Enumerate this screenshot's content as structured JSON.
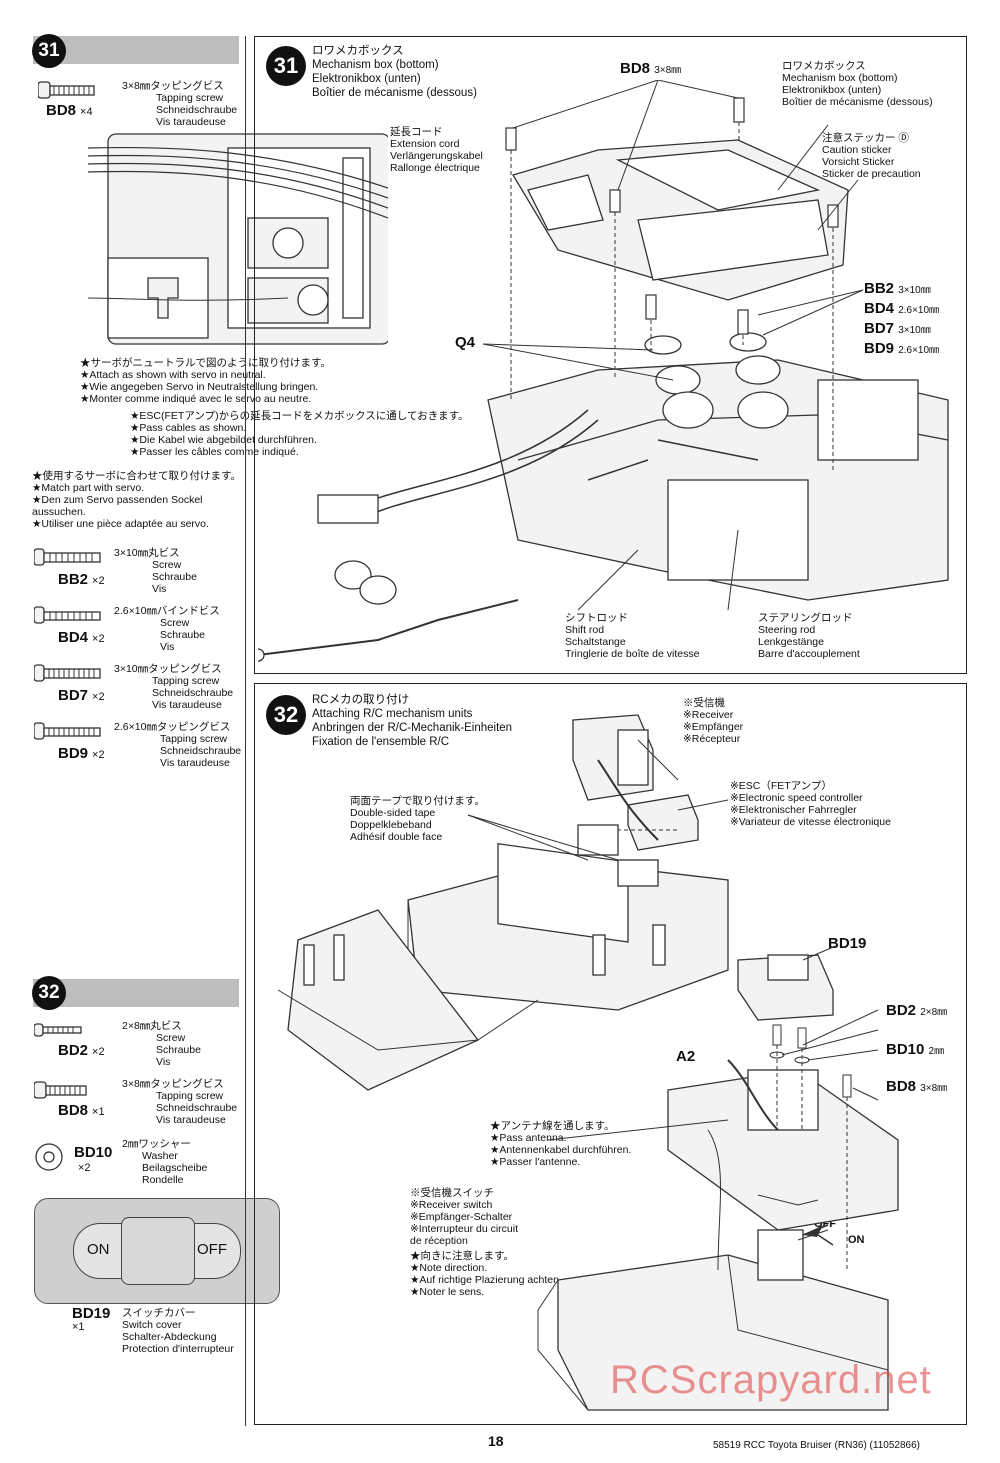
{
  "page_number": "18",
  "footer_code": "58519 RCC Toyota Bruiser (RN36) (11052866)",
  "watermark": "RCScrapyard.net",
  "step31": {
    "number": "31",
    "parts": [
      {
        "code": "BD8",
        "qty": "×4",
        "lines": [
          "3×8㎜タッピングビス",
          "Tapping screw",
          "Schneidschraube",
          "Vis taraudeuse"
        ]
      }
    ],
    "inset_label": {
      "lines": [
        "延長コード",
        "Extension cord",
        "Verlängerungskabel",
        "Rallonge électrique"
      ]
    },
    "note_servo": [
      "★サーボがニュートラルで図のように取り付けます。",
      "★Attach as shown with servo in neutral.",
      "★Wie angegeben Servo in Neutralstellung bringen.",
      "★Monter comme indiqué avec le servo au neutre."
    ],
    "note_esc": [
      "★ESC(FETアンプ)からの延長コードをメカボックスに通しておきます。",
      "★Pass cables as shown.",
      "★Die Kabel wie abgebildet durchführen.",
      "★Passer les câbles comme indiqué."
    ],
    "note_match": [
      "★使用するサーボに合わせて取り付けます。",
      "★Match part with servo.",
      "★Den zum Servo passenden Sockel",
      "aussuchen.",
      "★Utiliser une pièce adaptée au servo."
    ],
    "parts2": [
      {
        "code": "BB2",
        "qty": "×2",
        "lines": [
          "3×10㎜丸ビス",
          "Screw",
          "Schraube",
          "Vis"
        ]
      },
      {
        "code": "BD4",
        "qty": "×2",
        "lines": [
          "2.6×10㎜バインドビス",
          "Screw",
          "Schraube",
          "Vis"
        ]
      },
      {
        "code": "BD7",
        "qty": "×2",
        "lines": [
          "3×10㎜タッピングビス",
          "Tapping screw",
          "Schneidschraube",
          "Vis taraudeuse"
        ]
      },
      {
        "code": "BD9",
        "qty": "×2",
        "lines": [
          "2.6×10㎜タッピングビス",
          "Tapping screw",
          "Schneidschraube",
          "Vis taraudeuse"
        ]
      }
    ],
    "title": [
      "ロワメカボックス",
      "Mechanism box (bottom)",
      "Elektronikbox (unten)",
      "Boîtier de mécanisme (dessous)"
    ],
    "bd8_label": "BD8",
    "bd8_size": "3×8㎜",
    "mech_label": [
      "ロワメカボックス",
      "Mechanism box (bottom)",
      "Elektronikbox (unten)",
      "Boîtier de mécanisme (dessous)"
    ],
    "caution_label": [
      "注意ステッカー Ⓓ",
      "Caution sticker",
      "Vorsicht Sticker",
      "Sticker de precaution"
    ],
    "screws_right": [
      {
        "code": "BB2",
        "size": "3×10㎜"
      },
      {
        "code": "BD4",
        "size": "2.6×10㎜"
      },
      {
        "code": "BD7",
        "size": "3×10㎜"
      },
      {
        "code": "BD9",
        "size": "2.6×10㎜"
      }
    ],
    "q4": "Q4",
    "shift_rod": [
      "シフトロッド",
      "Shift rod",
      "Schaltstange",
      "Tringlerie de boîte de vitesse"
    ],
    "steering_rod": [
      "ステアリングロッド",
      "Steering rod",
      "Lenkgestänge",
      "Barre d'accouplement"
    ]
  },
  "step32": {
    "number": "32",
    "parts": [
      {
        "code": "BD2",
        "qty": "×2",
        "lines": [
          "2×8㎜丸ビス",
          "Screw",
          "Schraube",
          "Vis"
        ]
      },
      {
        "code": "BD8",
        "qty": "×1",
        "lines": [
          "3×8㎜タッピングビス",
          "Tapping screw",
          "Schneidschraube",
          "Vis taraudeuse"
        ]
      },
      {
        "code": "BD10",
        "qty": "×2",
        "lines": [
          "2㎜ワッシャー",
          "Washer",
          "Beilagscheibe",
          "Rondelle"
        ]
      }
    ],
    "switch_on": "ON",
    "switch_off": "OFF",
    "bd19": {
      "code": "BD19",
      "qty": "×1",
      "lines": [
        "スイッチカバー",
        "Switch cover",
        "Schalter-Abdeckung",
        "Protection d'interrupteur"
      ]
    },
    "title": [
      "RCメカの取り付け",
      "Attaching R/C mechanism units",
      "Anbringen der R/C-Mechanik-Einheiten",
      "Fixation de l'ensemble R/C"
    ],
    "receiver": [
      "※受信機",
      "※Receiver",
      "※Empfänger",
      "※Récepteur"
    ],
    "esc": [
      "※ESC（FETアンプ）",
      "※Electronic speed controller",
      "※Elektronischer Fahrregler",
      "※Variateur de vitesse électronique"
    ],
    "tape": [
      "両面テープで取り付けます。",
      "Double-sided tape",
      "Doppelklebeband",
      "Adhésif double face"
    ],
    "bd19_label": "BD19",
    "screws_right": [
      {
        "code": "BD2",
        "size": "2×8㎜"
      },
      {
        "code": "BD10",
        "size": "2㎜"
      },
      {
        "code": "BD8",
        "size": "3×8㎜"
      }
    ],
    "a2": "A2",
    "antenna": [
      "★アンテナ線を通します。",
      "★Pass antenna.",
      "★Antennenkabel durchführen.",
      "★Passer l'antenne."
    ],
    "switch_lbl": [
      "※受信機スイッチ",
      "※Receiver switch",
      "※Empfänger-Schalter",
      "※Interrupteur du circuit",
      "de réception"
    ],
    "direction": [
      "★向きに注意します。",
      "★Note direction.",
      "★Auf richtige Plazierung achten.",
      "★Noter le sens."
    ],
    "off": "OFF",
    "on": "ON"
  }
}
